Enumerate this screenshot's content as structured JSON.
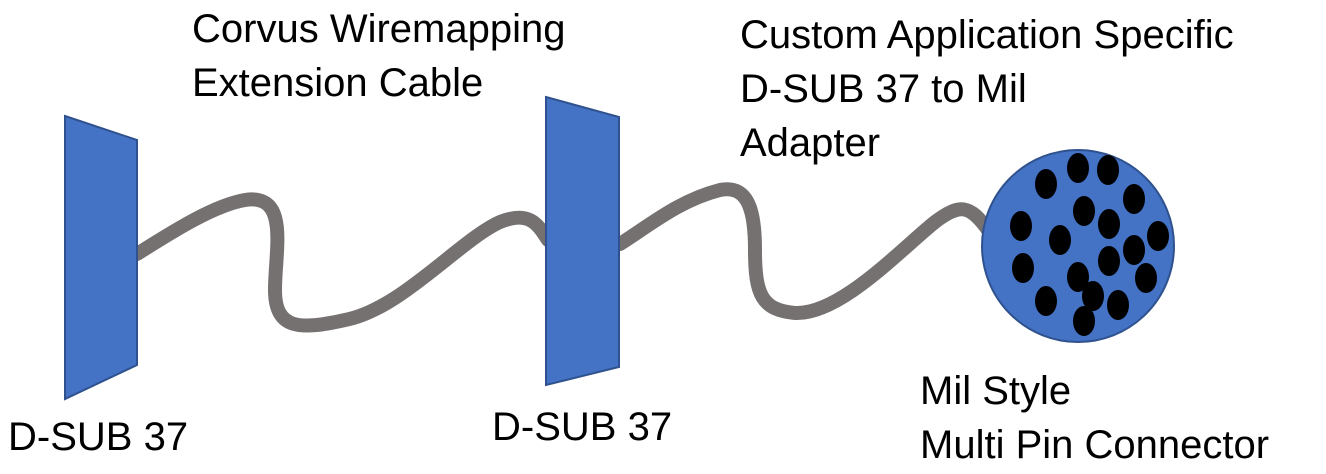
{
  "labels": {
    "extension_cable": [
      "Corvus Wiremapping",
      "Extension Cable"
    ],
    "adapter": [
      "Custom Application Specific",
      "D-SUB 37 to Mil",
      "Adapter"
    ],
    "dsub_left": "D-SUB 37",
    "dsub_middle": "D-SUB 37",
    "mil_connector": [
      "Mil Style",
      "Multi Pin Connector"
    ]
  },
  "colors": {
    "connector_fill": "#4472c4",
    "connector_stroke": "#2f528f",
    "cable": "#767171",
    "pin": "#000000",
    "text": "#000000"
  },
  "mil_connector": {
    "pin_count": 18
  }
}
